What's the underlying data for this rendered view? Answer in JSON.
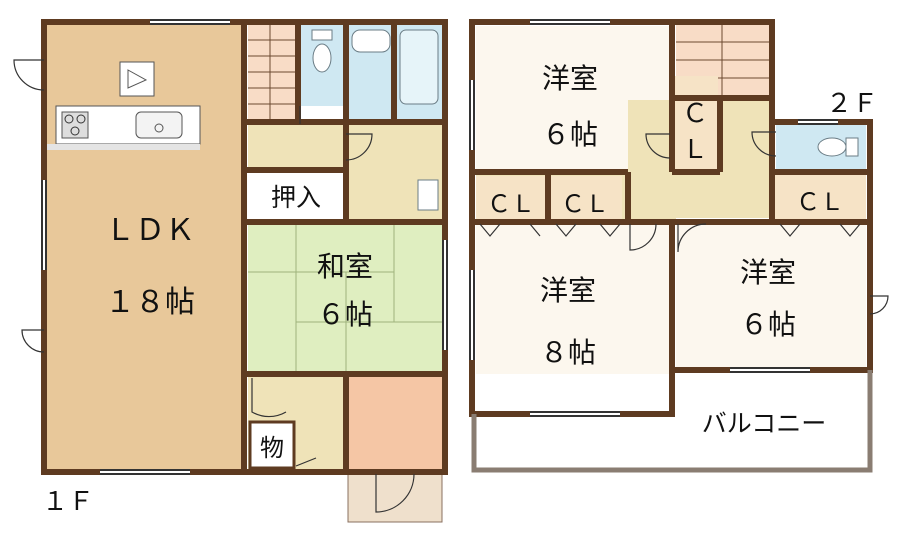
{
  "floor1": {
    "floor_label": "１Ｆ",
    "ldk": {
      "name": "ＬＤＫ",
      "size": "１８帖"
    },
    "washitsu": {
      "name": "和室",
      "size": "６帖"
    },
    "oshiire": "押入",
    "mono": "物"
  },
  "floor2": {
    "floor_label": "２Ｆ",
    "yoshitsu_top": {
      "name": "洋室",
      "size": "６帖"
    },
    "yoshitsu_mid": {
      "name": "洋室",
      "size": "８帖"
    },
    "yoshitsu_right": {
      "name": "洋室",
      "size": "６帖"
    },
    "cl_vertical": [
      "Ｃ",
      "Ｌ"
    ],
    "cl_a": "ＣＬ",
    "cl_b": "ＣＬ",
    "cl_c": "ＣＬ",
    "balcony": "バルコニー"
  },
  "colors": {
    "wall": "#5e3b21",
    "ldk_floor": "#e8c89a",
    "washitsu": "#dfeec0",
    "room_2f": "#fcf7ee",
    "hall": "#efe3b8",
    "entrance": "#f5c6a5",
    "bath": "#cfe8f2",
    "cl": "#f6e3c6",
    "balcony": "#ffffff"
  }
}
